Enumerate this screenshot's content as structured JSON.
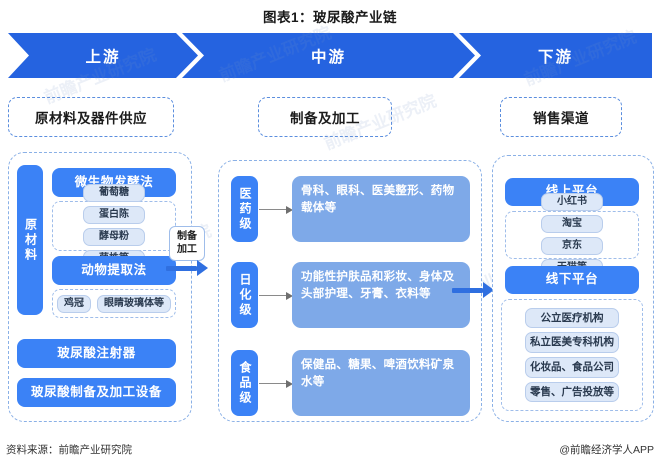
{
  "title": "图表1：玻尿酸产业链",
  "stages": [
    {
      "chevron": "上游",
      "header": "原材料及器件供应"
    },
    {
      "chevron": "中游",
      "header": "制备及加工"
    },
    {
      "chevron": "下游",
      "header": "销售渠道"
    }
  ],
  "upstream": {
    "side_label": "原材料",
    "methods": [
      {
        "label": "微生物发酵法",
        "items": [
          "葡萄糖",
          "蛋白陈",
          "酵母粉",
          "菌株等"
        ]
      },
      {
        "label": "动物提取法",
        "items": [
          "鸡冠",
          "眼睛玻璃体等"
        ]
      }
    ],
    "devices": [
      "玻尿酸注射器",
      "玻尿酸制备及加工设备"
    ]
  },
  "connector": {
    "label_line1": "制备",
    "label_line2": "加工"
  },
  "midstream": {
    "grades": [
      {
        "label": "医药级",
        "content": "骨科、眼科、医美整形、药物载体等"
      },
      {
        "label": "日化级",
        "content": "功能性护肤品和彩妆、身体及头部护理、牙膏、衣料等"
      },
      {
        "label": "食品级",
        "content": "保健品、糖果、啤酒饮料矿泉水等"
      }
    ]
  },
  "downstream": {
    "channels": [
      {
        "label": "线上平台",
        "items": [
          "小红书",
          "淘宝",
          "京东",
          "天猫等"
        ]
      },
      {
        "label": "线下平台",
        "items": [
          "公立医疗机构",
          "私立医美专科机构",
          "化妆品、食品公司",
          "零售、广告投放等"
        ]
      }
    ]
  },
  "watermark": "前瞻产业研究院",
  "footer": {
    "source": "资料来源：前瞻产业研究院",
    "credit": "@前瞻经济学人APP"
  },
  "colors": {
    "chevron_blue": "#2563e0",
    "pill_blue": "#3b82f6",
    "content_blue": "#7ea9e8",
    "chip_blue": "#dde8f8",
    "dashed_border": "#8ab0e6"
  }
}
